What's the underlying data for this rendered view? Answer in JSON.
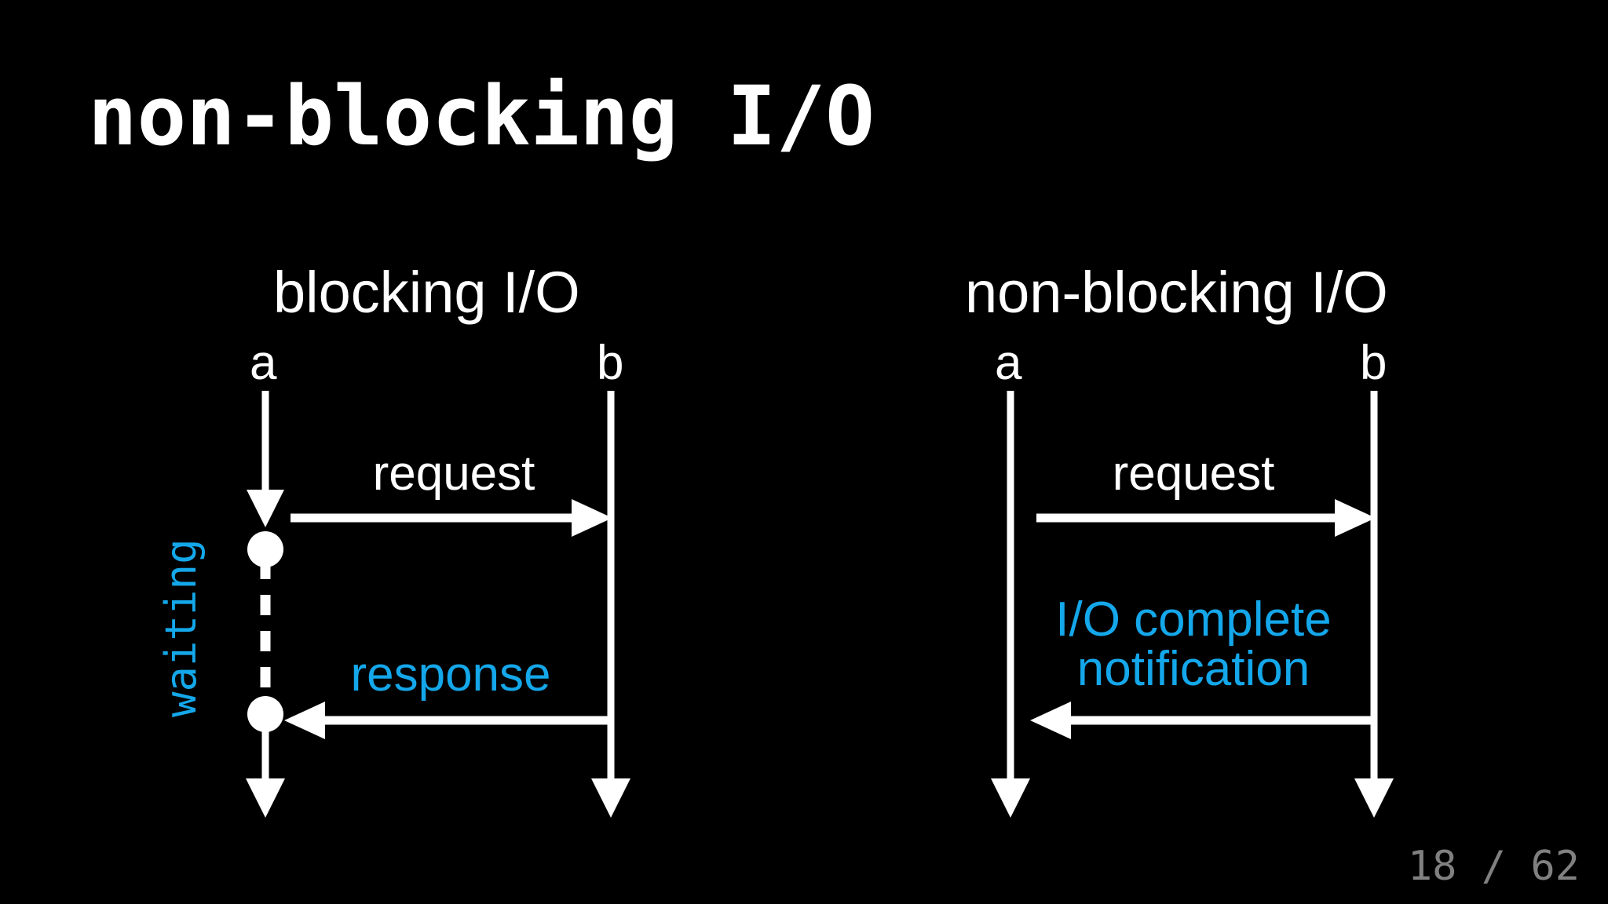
{
  "slide": {
    "title": "non-blocking I/O",
    "background_color": "#000000",
    "text_color": "#ffffff",
    "accent_color": "#14a7ea",
    "muted_color": "#808080",
    "page_number": "18 / 62",
    "page_current": 18,
    "page_total": 62
  },
  "panels": [
    {
      "id": "blocking",
      "heading": "blocking I/O",
      "actors": [
        {
          "id": "a",
          "label": "a"
        },
        {
          "id": "b",
          "label": "b"
        }
      ],
      "messages": [
        {
          "id": "request",
          "label": "request",
          "direction": "a-to-b",
          "color": "#ffffff"
        },
        {
          "id": "response",
          "label": "response",
          "direction": "b-to-a",
          "color": "#14a7ea"
        }
      ],
      "annotations": [
        {
          "id": "waiting",
          "label": "waiting",
          "color": "#14a7ea",
          "orientation": "vertical-bottom-to-top",
          "attached_to": "a"
        }
      ]
    },
    {
      "id": "non-blocking",
      "heading": "non-blocking I/O",
      "actors": [
        {
          "id": "a",
          "label": "a"
        },
        {
          "id": "b",
          "label": "b"
        }
      ],
      "messages": [
        {
          "id": "request",
          "label": "request",
          "direction": "a-to-b",
          "color": "#ffffff"
        },
        {
          "id": "notification",
          "label": "I/O complete\nnotification",
          "direction": "b-to-a",
          "color": "#14a7ea"
        }
      ],
      "annotations": []
    }
  ]
}
